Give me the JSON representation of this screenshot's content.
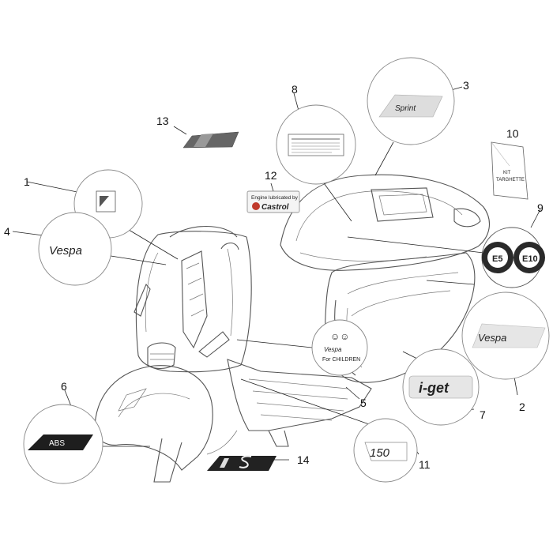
{
  "callouts": [
    {
      "num": "1"
    },
    {
      "num": "2"
    },
    {
      "num": "3"
    },
    {
      "num": "4"
    },
    {
      "num": "5"
    },
    {
      "num": "6"
    },
    {
      "num": "7"
    },
    {
      "num": "8"
    },
    {
      "num": "9"
    },
    {
      "num": "10"
    },
    {
      "num": "11"
    },
    {
      "num": "12"
    },
    {
      "num": "13"
    },
    {
      "num": "14"
    }
  ],
  "labels": {
    "castrol_line1": "Engine lubricated by",
    "castrol_brand": "Castrol",
    "kit_line1": "KIT",
    "kit_line2": "TARGHETTE",
    "e5": "E5",
    "e10": "E10",
    "abs": "ABS",
    "iget": "i-get",
    "model150": "150",
    "vespa_script": "Vespa",
    "sprint_script": "Sprint",
    "for_children": "For CHILDREN"
  },
  "colors": {
    "outline": "#555555",
    "badge_dark": "#2a2a2a",
    "castrol_red": "#c0392b",
    "castrol_green": "#2e7d32"
  }
}
